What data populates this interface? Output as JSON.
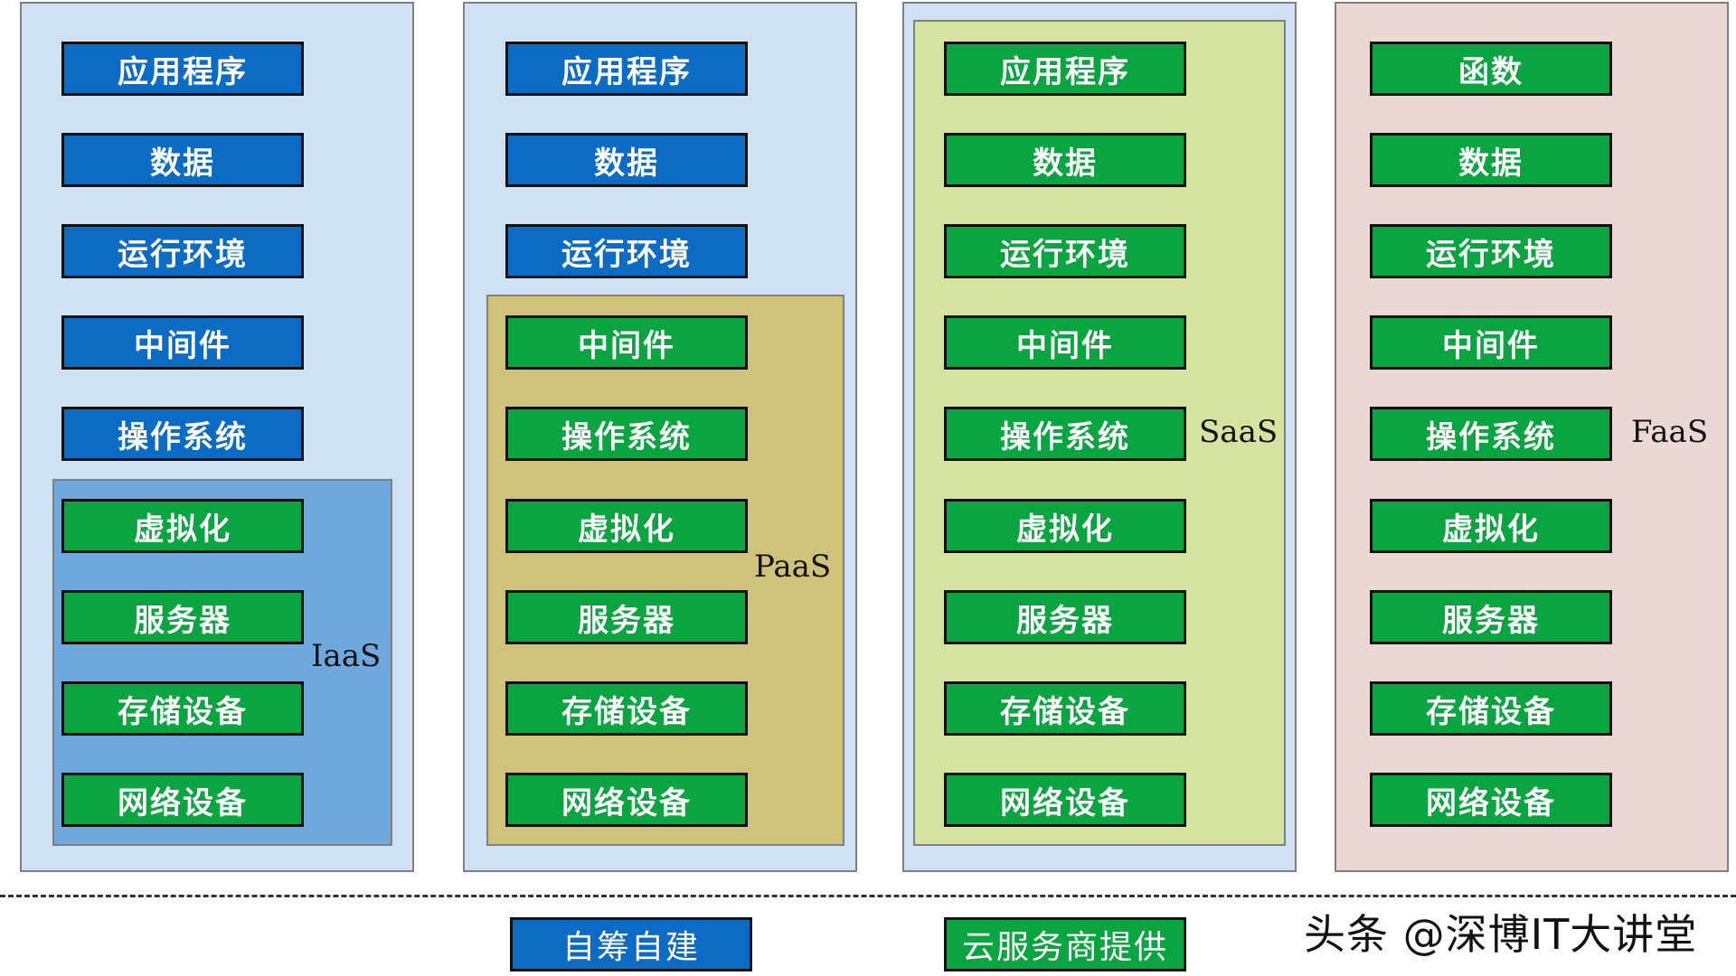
{
  "columns": [
    {
      "items": [
        "应用程序",
        "数据",
        "运行环境",
        "中间件",
        "操作系统",
        "虚拟化",
        "服务器",
        "存储设备",
        "网络设备"
      ],
      "label": "IaaS"
    },
    {
      "items": [
        "应用程序",
        "数据",
        "运行环境",
        "中间件",
        "操作系统",
        "虚拟化",
        "服务器",
        "存储设备",
        "网络设备"
      ],
      "label": "PaaS"
    },
    {
      "items": [
        "应用程序",
        "数据",
        "运行环境",
        "中间件",
        "操作系统",
        "虚拟化",
        "服务器",
        "存储设备",
        "网络设备"
      ],
      "label": "SaaS"
    },
    {
      "items": [
        "函数",
        "数据",
        "运行环境",
        "中间件",
        "操作系统",
        "虚拟化",
        "服务器",
        "存储设备",
        "网络设备"
      ],
      "label": "FaaS"
    }
  ],
  "legend": {
    "self_built": "自筹自建",
    "cloud_provided": "云服务商提供"
  },
  "watermark": "头条 @深博IT大讲堂",
  "colors": {
    "self_built": "#0c6cc4",
    "cloud_provided": "#0aa441"
  }
}
